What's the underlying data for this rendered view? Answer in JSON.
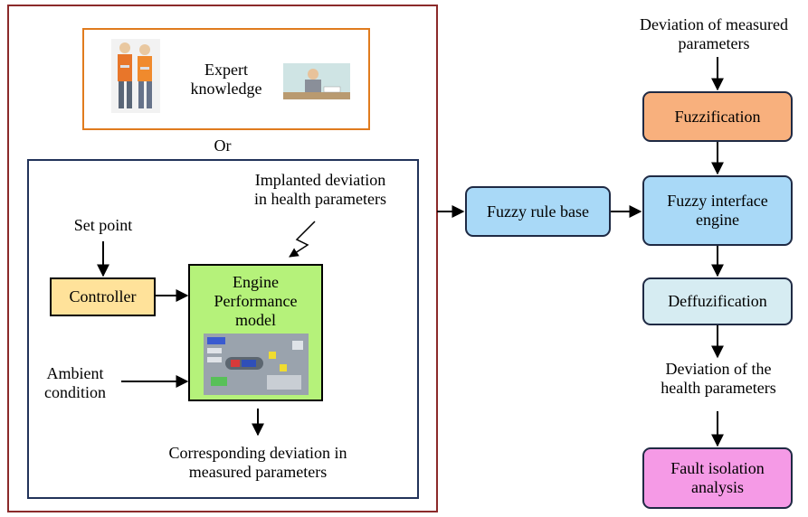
{
  "left_panel": {
    "expert": {
      "label_line1": "Expert",
      "label_line2": "knowledge"
    },
    "or_label": "Or",
    "simulation": {
      "implanted_line1": "Implanted deviation",
      "implanted_line2": "in health parameters",
      "set_point": "Set point",
      "controller": "Controller",
      "engine_line1": "Engine",
      "engine_line2": "Performance",
      "engine_line3": "model",
      "ambient_line1": "Ambient",
      "ambient_line2": "condition",
      "corresponding_line1": "Corresponding deviation in",
      "corresponding_line2": "measured parameters"
    }
  },
  "middle": {
    "fuzzy_rule_base": "Fuzzy rule base"
  },
  "right_flow": {
    "input_line1": "Deviation of measured",
    "input_line2": "parameters",
    "fuzzification": "Fuzzification",
    "interface_line1": "Fuzzy interface",
    "interface_line2": "engine",
    "defuzzification": "Deffuzification",
    "output_line1": "Deviation of the",
    "output_line2": "health parameters",
    "fault_line1": "Fault isolation",
    "fault_line2": "analysis"
  },
  "colors": {
    "outer_border": "#8b2a2a",
    "expert_border": "#e07b1e",
    "sim_border": "#22335a",
    "controller_fill": "#ffe29a",
    "engine_fill": "#b5f27a",
    "fuzzification_fill": "#f8b07d",
    "fuzzy_blue_fill": "#a9d9f7",
    "defuzz_fill": "#d6ecf2",
    "fault_fill": "#f59ae6"
  },
  "icons": [
    "workers-icon",
    "person-at-desk-icon",
    "engine-model-screenshot-icon"
  ]
}
